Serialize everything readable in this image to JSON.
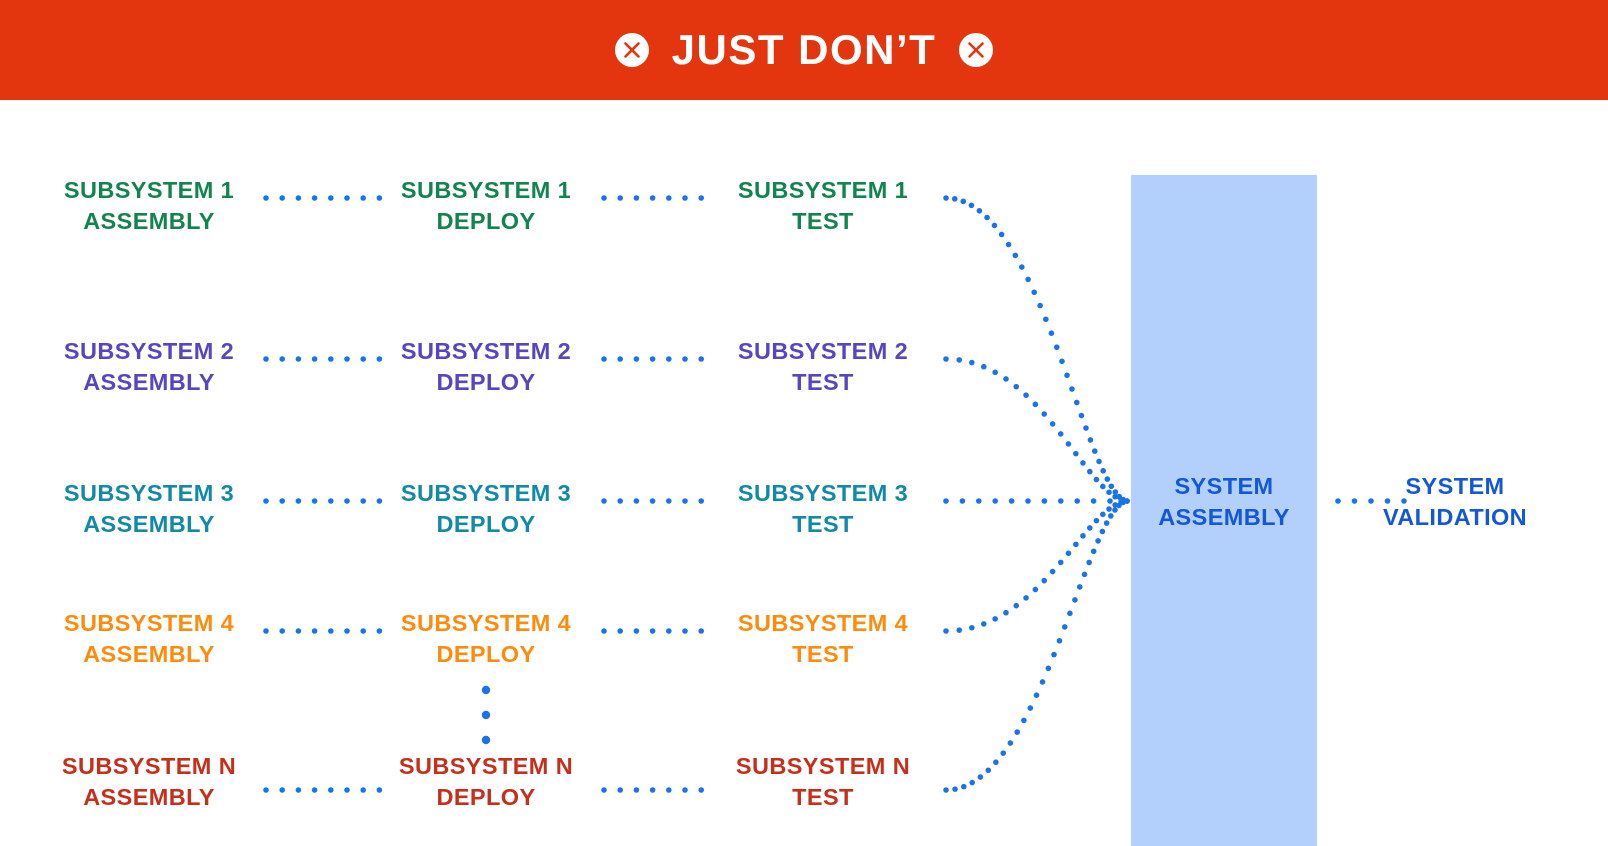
{
  "banner": {
    "title": "JUST DON’T",
    "icon_left": "circle-x-icon",
    "icon_right": "circle-x-icon",
    "background_color": "#e3360f",
    "text_color": "#ffffff"
  },
  "colors": {
    "dot_blue": "#1a73e8",
    "system_box_fill": "#b3cffc",
    "system_text": "#1558d6",
    "row1": "#138450",
    "row2": "#5846c0",
    "row3": "#1389a8",
    "row4": "#fb8c0d",
    "rowN": "#c5301c"
  },
  "diagram": {
    "stage_headers": [
      "ASSEMBLY",
      "DEPLOY",
      "TEST"
    ],
    "rows": [
      {
        "id": "subsystem-1",
        "color": "#138450",
        "cells": [
          {
            "line1": "SUBSYSTEM 1",
            "line2": "ASSEMBLY"
          },
          {
            "line1": "SUBSYSTEM 1",
            "line2": "DEPLOY"
          },
          {
            "line1": "SUBSYSTEM 1",
            "line2": "TEST"
          }
        ]
      },
      {
        "id": "subsystem-2",
        "color": "#5846c0",
        "cells": [
          {
            "line1": "SUBSYSTEM 2",
            "line2": "ASSEMBLY"
          },
          {
            "line1": "SUBSYSTEM 2",
            "line2": "DEPLOY"
          },
          {
            "line1": "SUBSYSTEM 2",
            "line2": "TEST"
          }
        ]
      },
      {
        "id": "subsystem-3",
        "color": "#1389a8",
        "cells": [
          {
            "line1": "SUBSYSTEM 3",
            "line2": "ASSEMBLY"
          },
          {
            "line1": "SUBSYSTEM 3",
            "line2": "DEPLOY"
          },
          {
            "line1": "SUBSYSTEM 3",
            "line2": "TEST"
          }
        ]
      },
      {
        "id": "subsystem-4",
        "color": "#fb8c0d",
        "cells": [
          {
            "line1": "SUBSYSTEM 4",
            "line2": "ASSEMBLY"
          },
          {
            "line1": "SUBSYSTEM 4",
            "line2": "DEPLOY"
          },
          {
            "line1": "SUBSYSTEM 4",
            "line2": "TEST"
          }
        ]
      },
      {
        "id": "subsystem-n",
        "color": "#c5301c",
        "cells": [
          {
            "line1": "SUBSYSTEM N",
            "line2": "ASSEMBLY"
          },
          {
            "line1": "SUBSYSTEM N",
            "line2": "DEPLOY"
          },
          {
            "line1": "SUBSYSTEM N",
            "line2": "TEST"
          }
        ]
      }
    ],
    "ellipsis": {
      "glyph": "⋮",
      "count": 3,
      "color": "#4a8cf0"
    },
    "system_assembly": {
      "line1": "SYSTEM",
      "line2": "ASSEMBLY"
    },
    "system_validation": {
      "line1": "SYSTEM",
      "line2": "VALIDATION"
    }
  }
}
